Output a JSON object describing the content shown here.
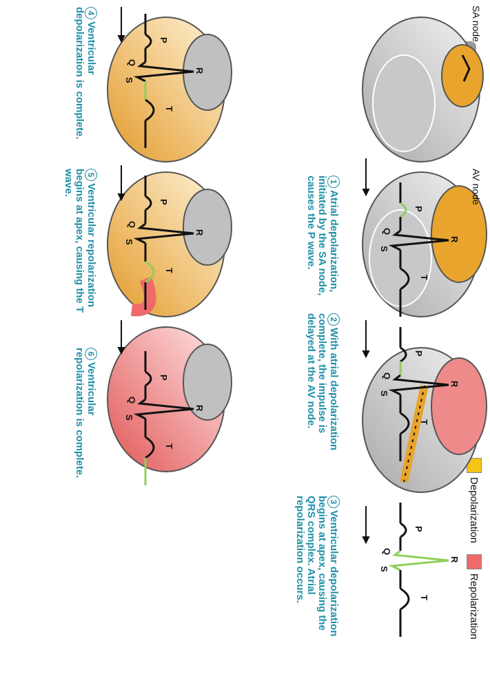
{
  "legend": {
    "depolarization": {
      "label": "Depolarization",
      "color": "#f5c518"
    },
    "repolarization": {
      "label": "Repolarization",
      "color": "#ef6b6b"
    }
  },
  "labels": {
    "sa_node": "SA node",
    "av_node": "AV node"
  },
  "ecg_letters": {
    "P": "P",
    "Q": "Q",
    "R": "R",
    "S": "S",
    "T": "T"
  },
  "steps": [
    {
      "num": "1",
      "text": "Atrial depolarization, initiated by the SA node, causes the P wave.",
      "highlight": "P"
    },
    {
      "num": "2",
      "text": "With atrial depolarization complete, the impulse is delayed at the AV node.",
      "highlight": "PQ"
    },
    {
      "num": "3",
      "text": "Ventricular depolarization begins at apex, causing the QRS complex. Atrial repolarization occurs.",
      "highlight": "QRS"
    },
    {
      "num": "4",
      "text": "Ventricular depolarization is complete.",
      "highlight": "ST"
    },
    {
      "num": "5",
      "text": "Ventricular repolarization begins at apex, causing the T wave.",
      "highlight": "T"
    },
    {
      "num": "6",
      "text": "Ventricular repolarization is complete.",
      "highlight": "TE"
    }
  ],
  "colors": {
    "highlight": "#8fce5a",
    "caption": "#1f8fa8",
    "ecg": "#111111"
  }
}
